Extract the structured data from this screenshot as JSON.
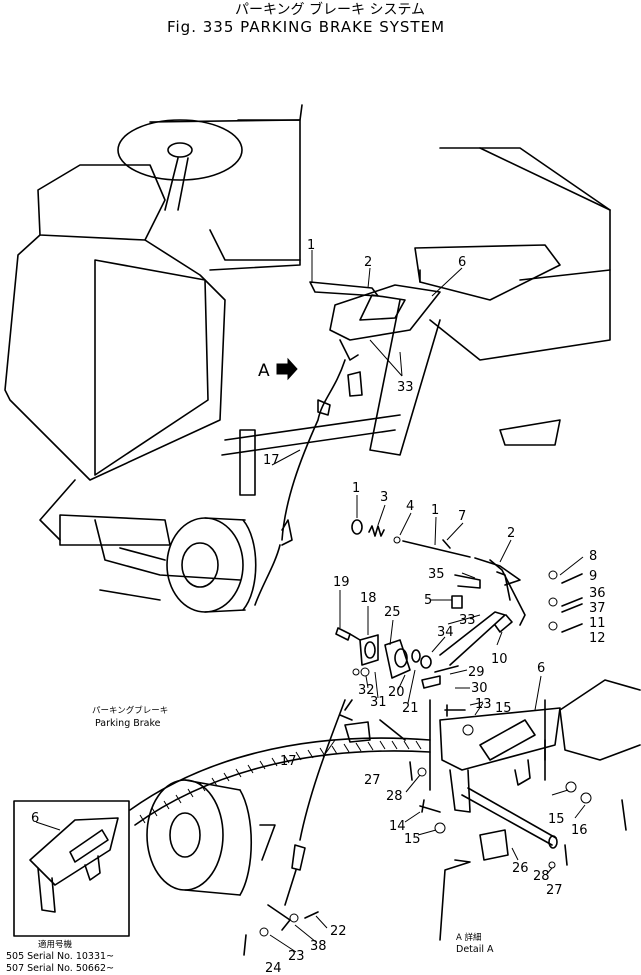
{
  "title": {
    "japanese": "パーキング ブレーキ システム",
    "english": "Fig. 335 PARKING BRAKE SYSTEM"
  },
  "view_marker": "A",
  "parking_brake_label": {
    "japanese": "パーキングブレーキ",
    "english": "Parking Brake"
  },
  "detail_label": {
    "japanese": "A 詳細",
    "english": "Detail A"
  },
  "applicability": {
    "japanese": "適用号機",
    "lines": [
      "505 Serial No. 10331~",
      "507 Serial No. 50662~"
    ]
  },
  "callouts": [
    "1",
    "2",
    "6",
    "33",
    "17",
    "1",
    "3",
    "4",
    "1",
    "7",
    "2",
    "8",
    "9",
    "36",
    "37",
    "11",
    "12",
    "35",
    "5",
    "33",
    "19",
    "18",
    "25",
    "34",
    "10",
    "29",
    "30",
    "13",
    "15",
    "32",
    "20",
    "21",
    "31",
    "6",
    "17",
    "27",
    "28",
    "14",
    "15",
    "15",
    "16",
    "26",
    "28",
    "27",
    "6",
    "22",
    "38",
    "23",
    "24"
  ]
}
